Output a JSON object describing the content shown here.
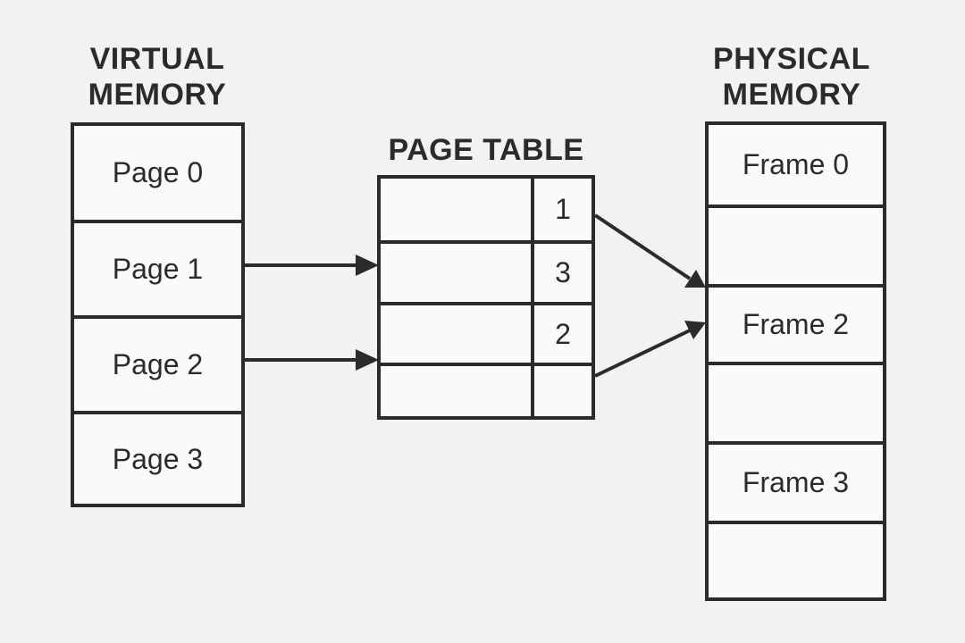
{
  "virtual_memory": {
    "title_line1": "VIRTUAL",
    "title_line2": "MEMORY",
    "pages": [
      "Page 0",
      "Page 1",
      "Page 2",
      "Page 3"
    ]
  },
  "page_table": {
    "title": "PAGE TABLE",
    "entries": [
      "1",
      "3",
      "2",
      ""
    ]
  },
  "physical_memory": {
    "title_line1": "PHYSICAL",
    "title_line2": "MEMORY",
    "frames": [
      "Frame 0",
      "",
      "Frame 2",
      "",
      "Frame 3",
      ""
    ]
  },
  "colors": {
    "background": "#f2f2f2",
    "stroke": "#2b2b2b",
    "box_fill": "#fafafa"
  }
}
